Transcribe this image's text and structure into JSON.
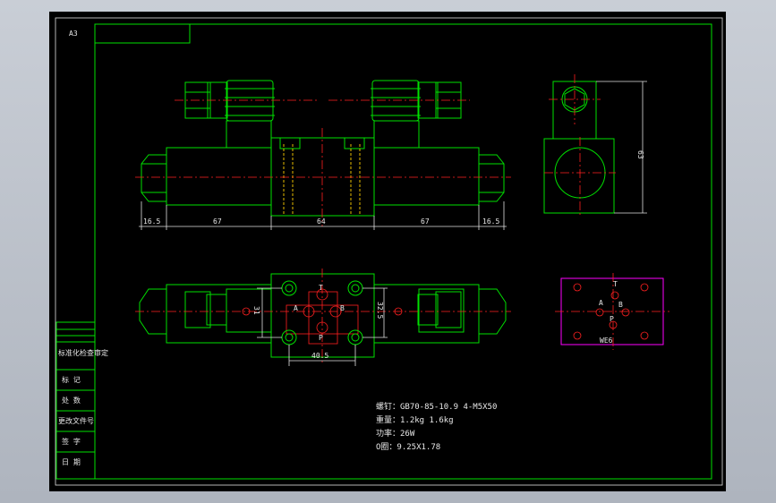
{
  "sheet": {
    "size_label": "A3"
  },
  "dimensions": {
    "left_nut": "16.5",
    "left_body": "67",
    "center_body": "64",
    "right_body": "67",
    "right_nut": "16.5",
    "side_height": "63",
    "port_width": "40.5",
    "port_height_left": "31",
    "port_height_right": "32.5"
  },
  "ports": {
    "a": "A",
    "b": "B",
    "p": "P",
    "t": "T"
  },
  "mounting_plate": {
    "t": "T",
    "a": "A",
    "b": "B",
    "p": "P",
    "code": "WE6"
  },
  "notes": [
    "螺钉：GB70-85-10.9 4-M5X50",
    "重量：1.2kg  1.6kg",
    "功率：26W",
    "O圈：9.25X1.78"
  ],
  "title_block": [
    "标准化检查审定",
    "标  记",
    "处 数",
    "更改文件号",
    "签  字",
    "日  期"
  ]
}
